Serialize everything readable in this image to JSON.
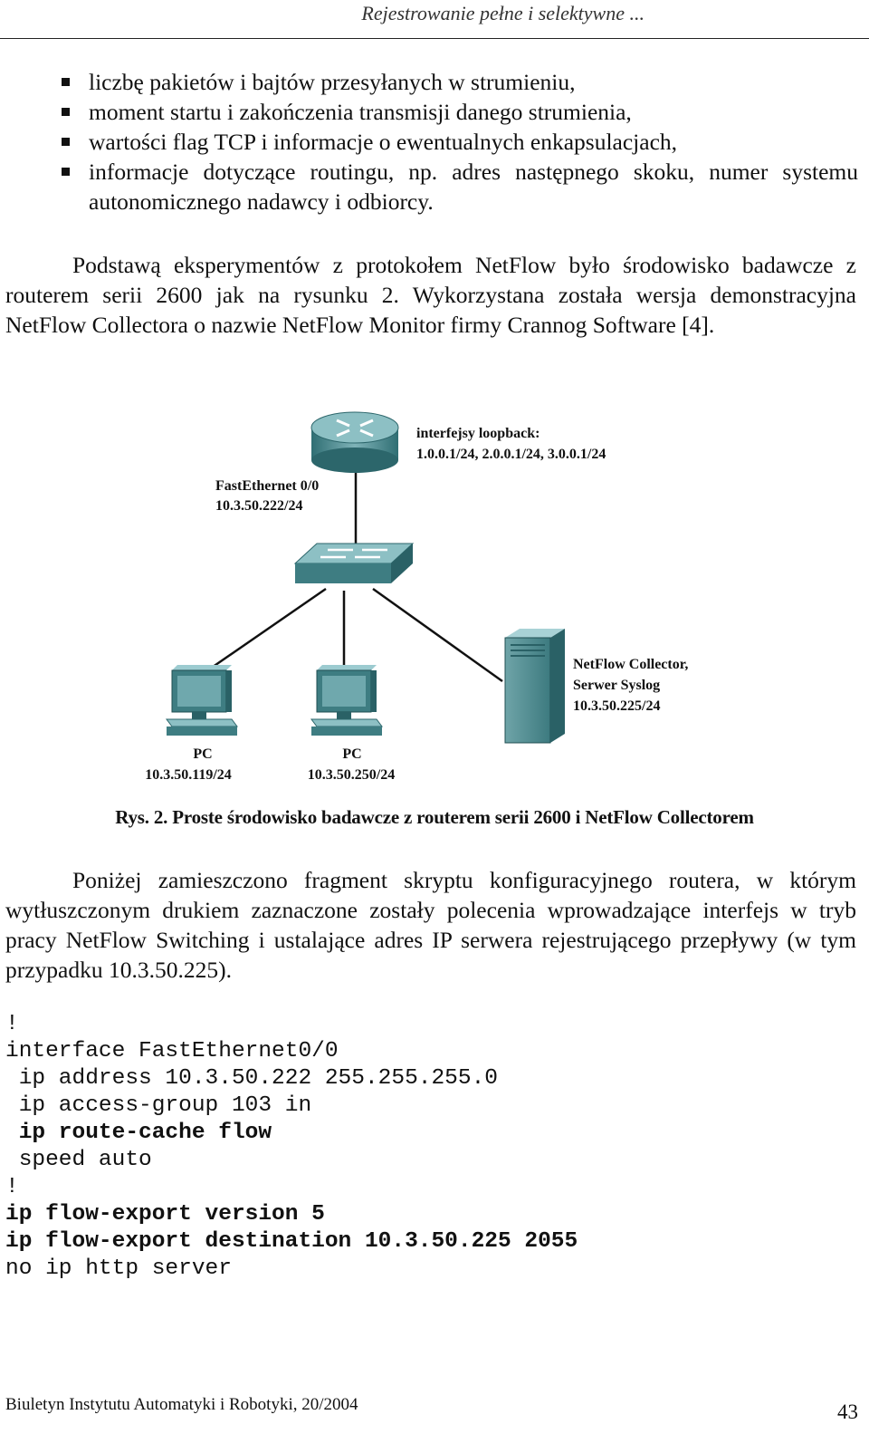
{
  "header": {
    "running_title": "Rejestrowanie pełne i selektywne ..."
  },
  "bullets": [
    "liczbę pakietów i bajtów przesyłanych w strumieniu,",
    "moment startu i zakończenia transmisji danego strumienia,",
    "wartości flag TCP i informacje o ewentualnych enkapsulacjach,",
    "informacje dotyczące routingu, np. adres następnego skoku, numer systemu autonomicznego nadawcy i odbiorcy."
  ],
  "paragraph1": "Podstawą eksperymentów z protokołem NetFlow było środowisko badawcze z routerem serii 2600 jak na rysunku 2. Wykorzystana została wersja demonstracyjna NetFlow Collectora o nazwie NetFlow Monitor firmy Crannog Software [4].",
  "figure": {
    "router_label_line1": "interfejsy loopback:",
    "router_label_line2": "1.0.0.1/24, 2.0.0.1/24, 3.0.0.1/24",
    "fe_label_line1": "FastEthernet 0/0",
    "fe_label_line2": "10.3.50.222/24",
    "collector_label_line1": "NetFlow Collector,",
    "collector_label_line2": "Serwer Syslog",
    "collector_label_line3": "10.3.50.225/24",
    "pc1_label_line1": "PC",
    "pc1_label_line2": "10.3.50.119/24",
    "pc2_label_line1": "PC",
    "pc2_label_line2": "10.3.50.250/24",
    "icons": [
      "router-icon",
      "switch-icon",
      "pc-icon",
      "pc-icon",
      "server-icon"
    ]
  },
  "caption": "Rys. 2. Proste środowisko badawcze z routerem serii 2600 i NetFlow Collectorem",
  "paragraph2": "Poniżej zamieszczono fragment skryptu konfiguracyjnego routera, w którym wytłuszczonym drukiem zaznaczone zostały polecenia wprowadzające interfejs w tryb pracy NetFlow Switching i ustalające adres IP serwera rejestrującego przepływy (w tym przypadku 10.3.50.225).",
  "code": {
    "line1": "!",
    "line2": "interface FastEthernet0/0",
    "line3": " ip address 10.3.50.222 255.255.255.0",
    "line4": " ip access-group 103 in",
    "line5": " ip route-cache flow",
    "line6": " speed auto",
    "line7": "!",
    "line8": "ip flow-export version 5",
    "line9": "ip flow-export destination 10.3.50.225 2055",
    "line10": "no ip http server"
  },
  "footer": {
    "journal": "Biuletyn Instytutu Automatyki i Robotyki, 20/2004",
    "page_number": "43"
  }
}
